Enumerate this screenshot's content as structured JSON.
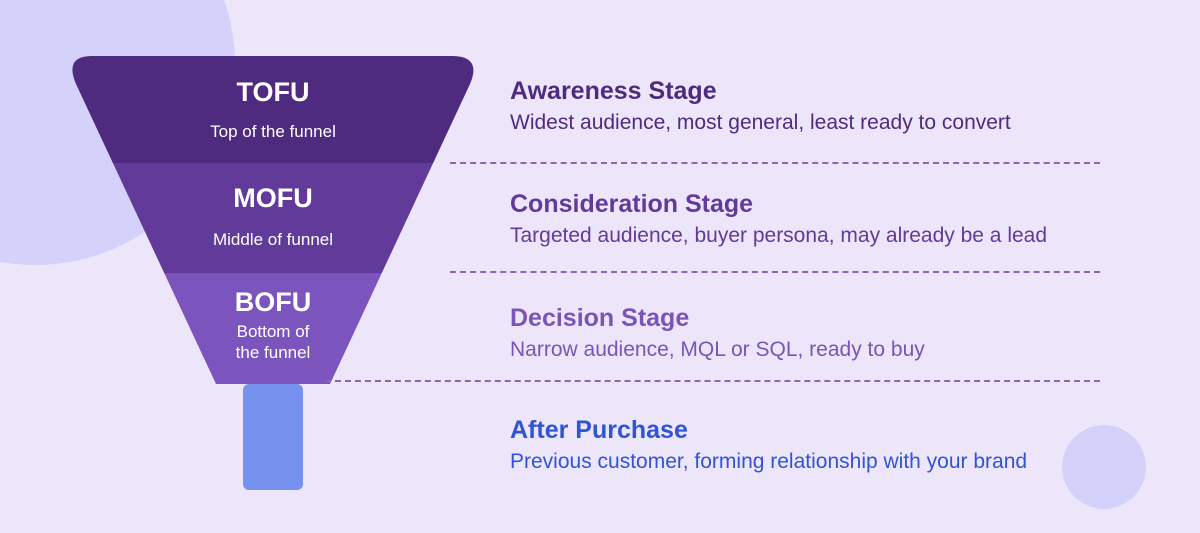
{
  "colors": {
    "background": "#ede6fb",
    "decor_circle": "#d4d2fb",
    "tofu": "#4f2b80",
    "mofu": "#623a99",
    "bofu": "#7b54bd",
    "stem": "#7791ee",
    "awareness_text": "#4f2b80",
    "consideration_text": "#623a99",
    "decision_text": "#7a54b6",
    "after_purchase_text": "#2f55d4",
    "divider": "#8c66b2"
  },
  "funnel": {
    "tofu": {
      "label": "TOFU",
      "sub": "Top of the funnel"
    },
    "mofu": {
      "label": "MOFU",
      "sub": "Middle of funnel"
    },
    "bofu": {
      "label": "BOFU",
      "sub_line1": "Bottom of",
      "sub_line2": "the funnel"
    },
    "stem": {
      "icon": "funnel-stem"
    }
  },
  "stages": [
    {
      "title": "Awareness Stage",
      "description": "Widest audience, most general, least ready to convert"
    },
    {
      "title": "Consideration Stage",
      "description": "Targeted audience, buyer persona, may already be a lead"
    },
    {
      "title": "Decision Stage",
      "description": "Narrow audience, MQL or SQL, ready to buy"
    },
    {
      "title": "After Purchase",
      "description": "Previous customer, forming relationship with your brand"
    }
  ]
}
